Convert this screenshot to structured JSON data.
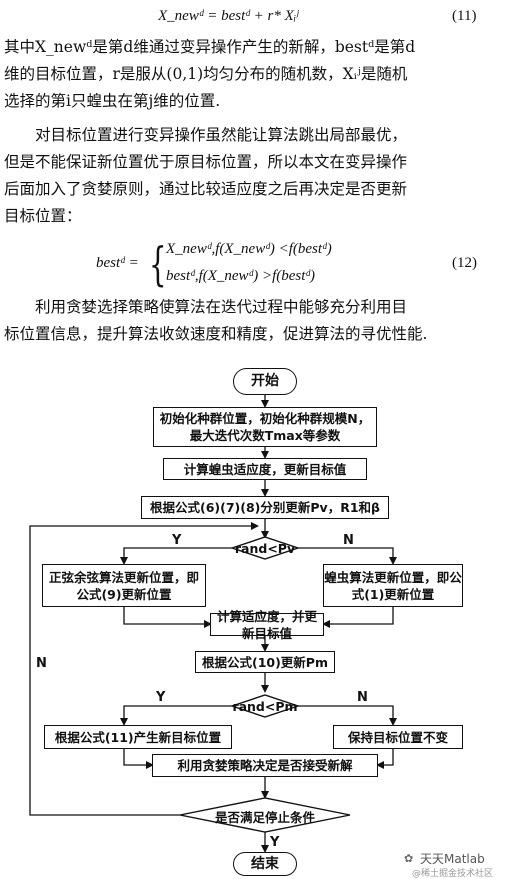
{
  "equations": {
    "eq11_body": "X_newᵈ = bestᵈ + r* Xᵢʲ",
    "eq11_num": "(11)",
    "eq12_lhs": "bestᵈ =",
    "eq12_case1": "X_newᵈ,f(X_newᵈ)  <f(bestᵈ)",
    "eq12_case2": "bestᵈ,f(X_newᵈ)  >f(bestᵈ)",
    "eq12_num": "(12)"
  },
  "paragraphs": {
    "p1": [
      "其中X_newᵈ是第d维通过变异操作产生的新解，bestᵈ是第d",
      "维的目标位置，r是服从(0,1)均匀分布的随机数，Xᵢʲ是随机",
      "选择的第i只蝗虫在第j维的位置."
    ],
    "p2": [
      "对目标位置进行变异操作虽然能让算法跳出局部最优，",
      "但是不能保证新位置优于原目标位置，所以本文在变异操作",
      "后面加入了贪婪原则，通过比较适应度之后再决定是否更新",
      "目标位置："
    ],
    "p3": [
      "利用贪婪选择策略使算法在迭代过程中能够充分利用目",
      "标位置信息，提升算法收敛速度和精度，促进算法的寻优性能."
    ]
  },
  "flowchart": {
    "start": "开始",
    "init": "初始化种群位置，初始化种群规模N，最大迭代次数Tmax等参数",
    "calc_fitness": "计算蝗虫适应度，更新目标值",
    "update_params": "根据公式(6)(7)(8)分别更新Pv，R1和β",
    "decision1": "rand<Pv",
    "sca_update": "正弦余弦算法更新位置，即公式(9)更新位置",
    "goa_update": "蝗虫算法更新位置，即公式(1)更新位置",
    "recalc": "计算适应度，并更新目标值",
    "update_pm": "根据公式(10)更新Pm",
    "decision2": "rand<Pm",
    "new_target": "根据公式(11)产生新目标位置",
    "keep_target": "保持目标位置不变",
    "greedy": "利用贪婪策略决定是否接受新解",
    "stop_check": "是否满足停止条件",
    "end": "结束",
    "yes": "Y",
    "no": "N"
  },
  "watermark": {
    "name": "天天Matlab",
    "sub": "@稀土掘金技术社区"
  }
}
